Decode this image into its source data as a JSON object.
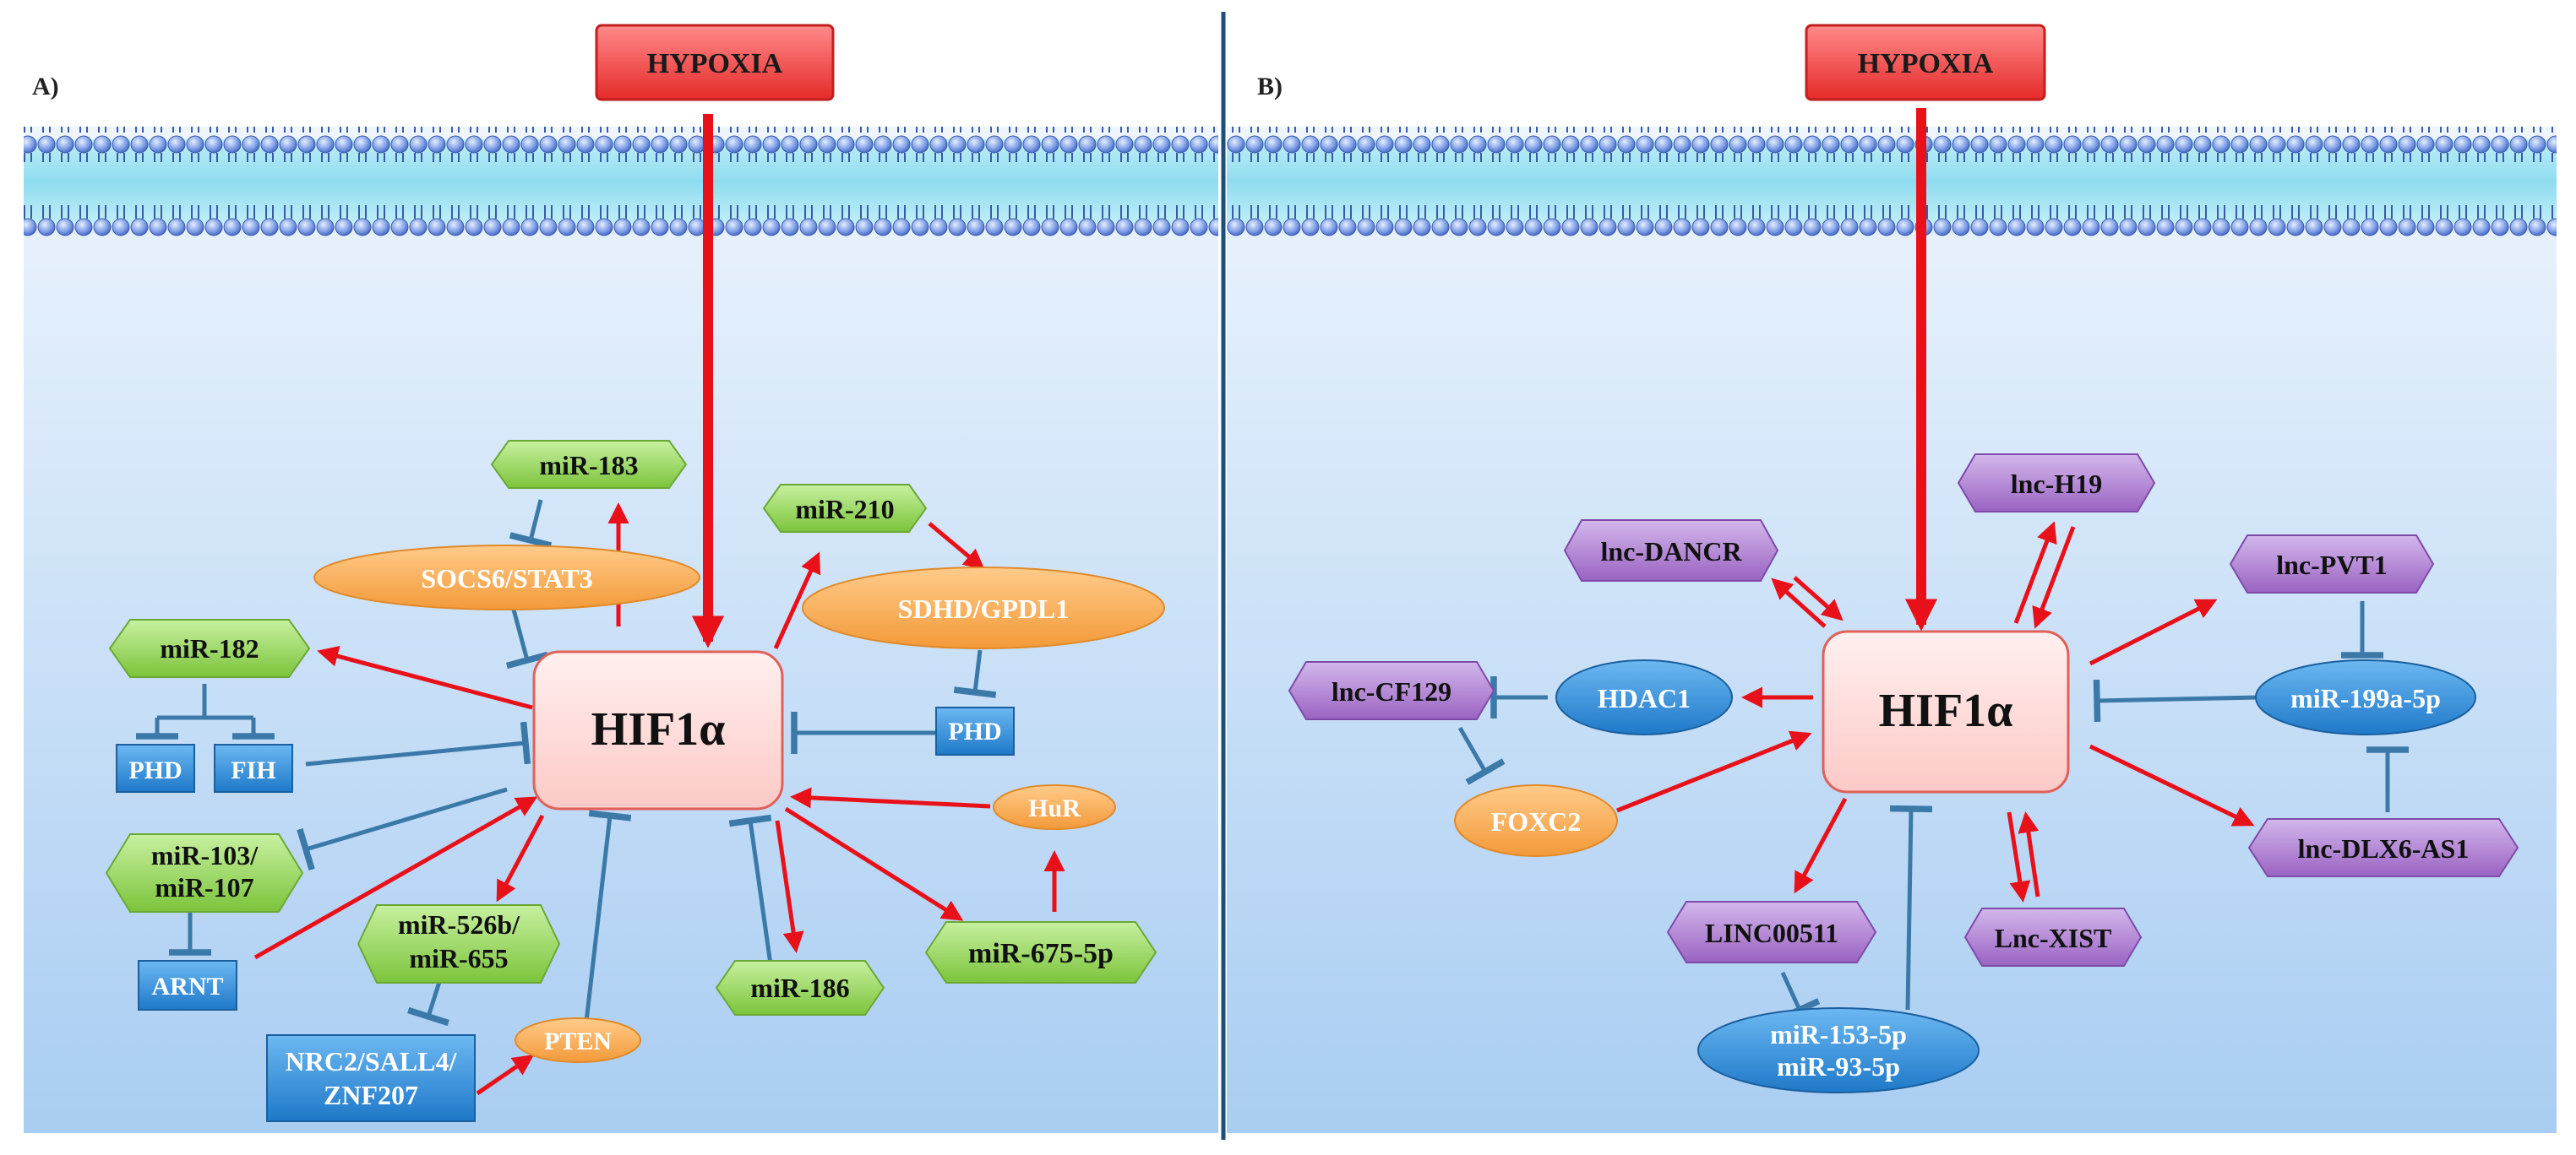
{
  "panels": {
    "a": {
      "label": "A)",
      "trigger": "HYPOXIA",
      "hub": "HIF1α",
      "nodes": {
        "mir183": "miR-183",
        "mir210": "miR-210",
        "socs6": "SOCS6/STAT3",
        "sdhd": "SDHD/GPDL1",
        "mir182": "miR-182",
        "phd1": "PHD",
        "fih": "FIH",
        "phd2": "PHD",
        "hur": "HuR",
        "mir103_l1": "miR-103/",
        "mir103_l2": "miR-107",
        "arnt": "ARNT",
        "mir526_l1": "miR-526b/",
        "mir526_l2": "miR-655",
        "nrc2_l1": "NRC2/SALL4/",
        "nrc2_l2": "ZNF207",
        "pten": "PTEN",
        "mir186": "miR-186",
        "mir675": "miR-675-5p"
      }
    },
    "b": {
      "label": "B)",
      "trigger": "HYPOXIA",
      "hub": "HIF1α",
      "nodes": {
        "lnch19": "lnc-H19",
        "lncdancr": "lnc-DANCR",
        "lncpvt1": "lnc-PVT1",
        "lnccf129": "lnc-CF129",
        "hdac1": "HDAC1",
        "mir199": "miR-199a-5p",
        "foxc2": "FOXC2",
        "lncdlx6": "lnc-DLX6-AS1",
        "linc00511": "LINC00511",
        "lncxist": "Lnc-XIST",
        "mir153_l1": "miR-153-5p",
        "mir153_l2": "miR-93-5p"
      }
    }
  },
  "colors": {
    "activation": "#e8111a",
    "inhibition": "#3a79a8",
    "divider": "#1f4e79",
    "green_node": "#8fd24f",
    "orange_node": "#f7a64a",
    "blue_node": "#2c8ad6",
    "purple_node": "#a574c9",
    "hub_fill": "#fdd7d4",
    "hypoxia_fill": "#ec3f3f"
  }
}
